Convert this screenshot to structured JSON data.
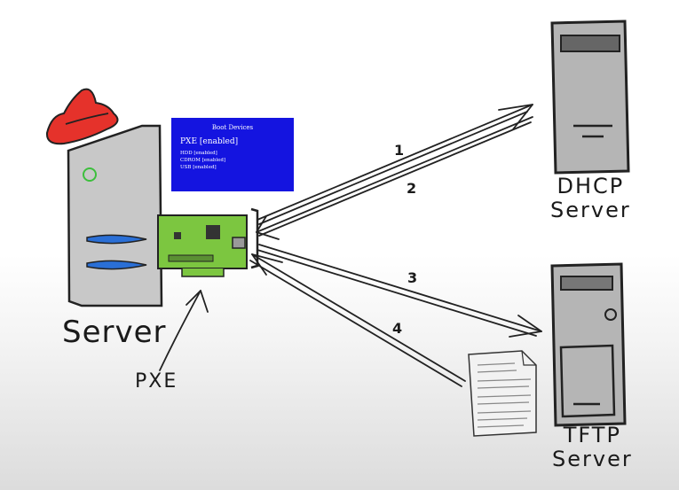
{
  "boot_menu": {
    "title": "Boot Devices",
    "selected": "PXE [enabled]",
    "items": [
      "HDD [enabled]",
      "CDROM [enabled]",
      "USB [enabled]"
    ]
  },
  "labels": {
    "server": "Server",
    "pxe": "PXE",
    "dhcp_line1": "DHCP",
    "dhcp_line2": "Server",
    "tftp_line1": "TFTP",
    "tftp_line2": "Server"
  },
  "steps": [
    "1",
    "2",
    "3",
    "4"
  ],
  "colors": {
    "hat": "#e5322b",
    "nic": "#7cc640",
    "boot_screen": "#1414e0",
    "server_body": "#c8c8c8",
    "remote_body": "#b5b5b5",
    "slots": "#2a6fd6",
    "led": "#3cbf3c"
  },
  "icons": [
    "red-hat-icon",
    "network-card-icon",
    "config-file-icon"
  ]
}
